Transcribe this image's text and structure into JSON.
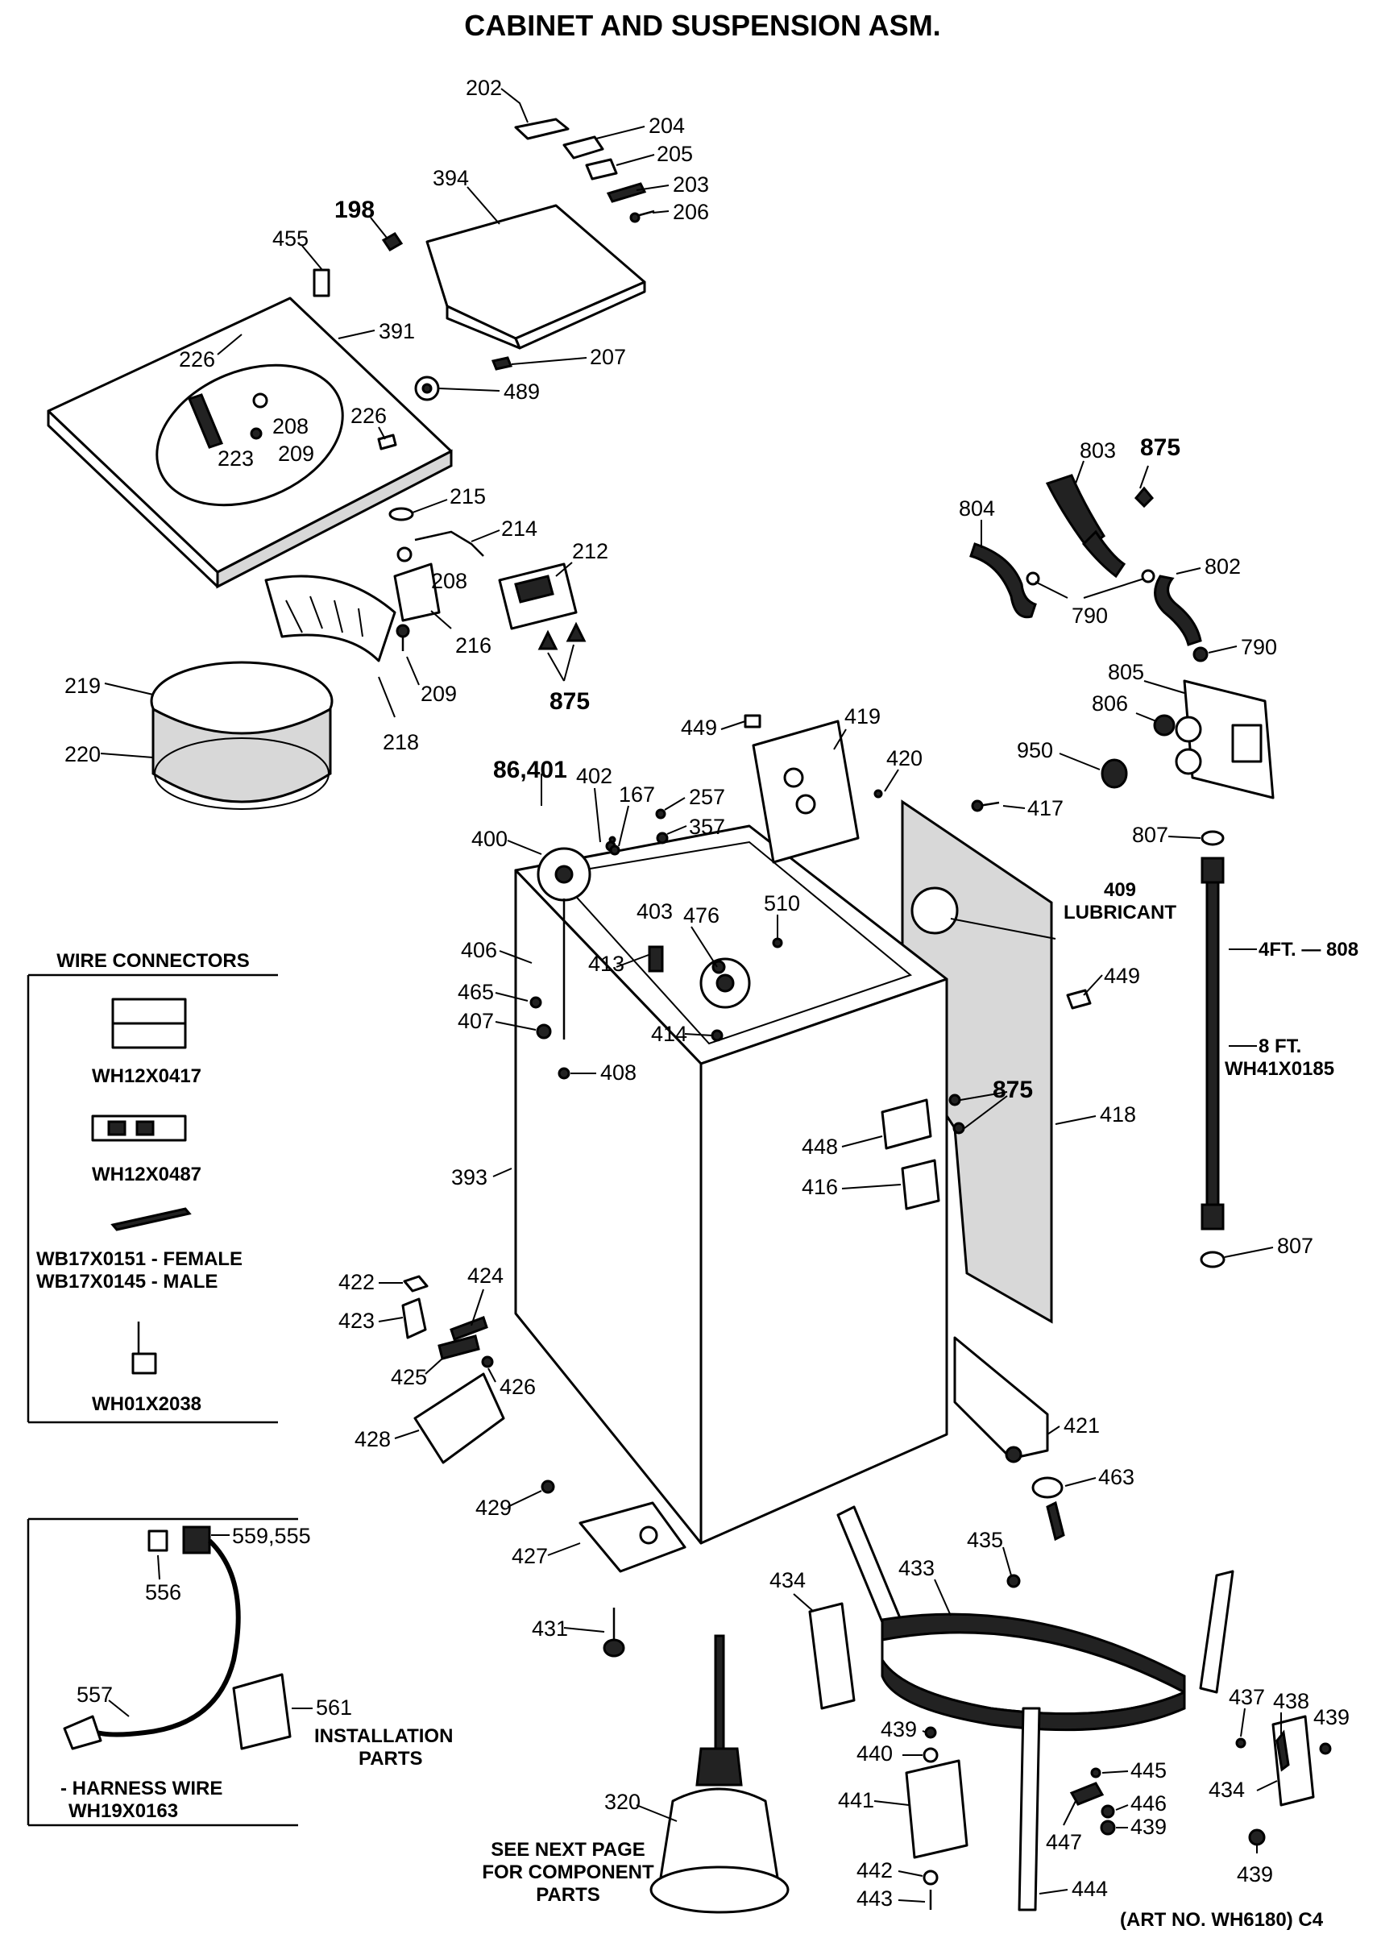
{
  "title": "CABINET AND SUSPENSION ASM.",
  "art_number": "(ART NO. WH6180) C4",
  "wire_connectors": {
    "heading": "WIRE CONNECTORS",
    "items": [
      {
        "label": "WH12X0417"
      },
      {
        "label": "WH12X0487"
      },
      {
        "label": "WB17X0151 - FEMALE"
      },
      {
        "label": "WB17X0145 - MALE"
      },
      {
        "label": "WH01X2038"
      }
    ]
  },
  "harness_box": {
    "labels": [
      "559,555",
      "556",
      "557",
      "561"
    ],
    "harness_caption_1": "- HARNESS WIRE",
    "harness_caption_2": "WH19X0163",
    "installation_1": "INSTALLATION",
    "installation_2": "PARTS"
  },
  "notes": {
    "lubricant_num": "409",
    "lubricant": "LUBRICANT",
    "hose_4ft": "4FT. — 808",
    "hose_8ft_1": "8 FT.",
    "hose_8ft_2": "WH41X0185",
    "see_next_1": "SEE NEXT PAGE",
    "see_next_2": "FOR COMPONENT",
    "see_next_3": "PARTS"
  },
  "callouts": {
    "c202": "202",
    "c204": "204",
    "c205": "205",
    "c203": "203",
    "c206": "206",
    "c394": "394",
    "c198": "198",
    "c455": "455",
    "c391": "391",
    "c226a": "226",
    "c226b": "226",
    "c208a": "208",
    "c209a": "209",
    "c223": "223",
    "c207": "207",
    "c489": "489",
    "c215": "215",
    "c214": "214",
    "c208b": "208",
    "c212": "212",
    "c216": "216",
    "c209b": "209",
    "c875a": "875",
    "c219": "219",
    "c220": "220",
    "c218": "218",
    "c803": "803",
    "c875b": "875",
    "c804": "804",
    "c802": "802",
    "c790a": "790",
    "c790b": "790",
    "c805": "805",
    "c806": "806",
    "c950": "950",
    "c807a": "807",
    "c807b": "807",
    "c449a": "449",
    "c419": "419",
    "c420": "420",
    "c417": "417",
    "c86": "86,401",
    "c402": "402",
    "c167": "167",
    "c257": "257",
    "c357": "357",
    "c400": "400",
    "c403": "403",
    "c476": "476",
    "c510": "510",
    "c406": "406",
    "c465": "465",
    "c407": "407",
    "c413": "413",
    "c414": "414",
    "c408": "408",
    "c449b": "449",
    "c875c": "875",
    "c418": "418",
    "c448": "448",
    "c416": "416",
    "c393": "393",
    "c422": "422",
    "c424": "424",
    "c423": "423",
    "c425": "425",
    "c426": "426",
    "c428": "428",
    "c421": "421",
    "c463": "463",
    "c429": "429",
    "c427": "427",
    "c435": "435",
    "c434a": "434",
    "c433": "433",
    "c431": "431",
    "c437": "437",
    "c438": "438",
    "c439a": "439",
    "c439b": "439",
    "c440": "440",
    "c445": "445",
    "c441": "441",
    "c446": "446",
    "c439c": "439",
    "c447": "447",
    "c434b": "434",
    "c439d": "439",
    "c320": "320",
    "c442": "442",
    "c443": "443",
    "c444": "444"
  }
}
